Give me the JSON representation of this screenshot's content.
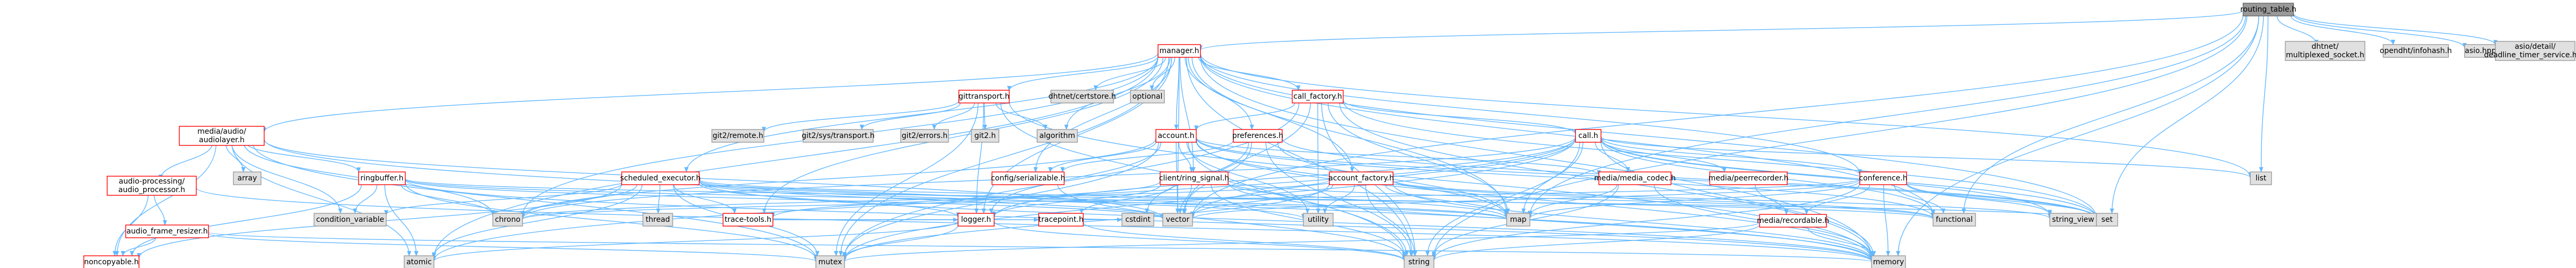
{
  "colors": {
    "root_fill": "#999999",
    "root_stroke": "#666666",
    "doc_fill": "#ffffff",
    "doc_stroke": "#ff0000",
    "ext_fill": "#e0e0e0",
    "ext_stroke": "#999999",
    "edge": "#63b8ff",
    "text": "#000000"
  },
  "nodes": [
    {
      "id": "routing_table",
      "label": "routing_table.h",
      "kind": "root"
    },
    {
      "id": "dhtnet_multiplexed_socket",
      "label": "dhtnet/multiplexed_socket.h",
      "kind": "ext"
    },
    {
      "id": "opendht_infohash",
      "label": "opendht/infohash.h",
      "kind": "ext"
    },
    {
      "id": "asio_hpp",
      "label": "asio.hpp",
      "kind": "ext"
    },
    {
      "id": "asio_deadline_timer",
      "label": "asio/detail/deadline_timer_service.hpp",
      "kind": "ext"
    },
    {
      "id": "manager",
      "label": "manager.h",
      "kind": "doc"
    },
    {
      "id": "gittransport",
      "label": "gittransport.h",
      "kind": "doc"
    },
    {
      "id": "dhtnet_certstore",
      "label": "dhtnet/certstore.h",
      "kind": "ext"
    },
    {
      "id": "optional",
      "label": "optional",
      "kind": "ext"
    },
    {
      "id": "call_factory",
      "label": "call_factory.h",
      "kind": "doc"
    },
    {
      "id": "account",
      "label": "account.h",
      "kind": "doc"
    },
    {
      "id": "preferences",
      "label": "preferences.h",
      "kind": "doc"
    },
    {
      "id": "call",
      "label": "call.h",
      "kind": "doc"
    },
    {
      "id": "audiolayer",
      "label": "media/audio/audiolayer.h",
      "kind": "doc"
    },
    {
      "id": "git2_remote",
      "label": "git2/remote.h",
      "kind": "ext"
    },
    {
      "id": "git2_sys_transport",
      "label": "git2/sys/transport.h",
      "kind": "ext"
    },
    {
      "id": "git2_errors",
      "label": "git2/errors.h",
      "kind": "ext"
    },
    {
      "id": "git2",
      "label": "git2.h",
      "kind": "ext"
    },
    {
      "id": "algorithm",
      "label": "algorithm",
      "kind": "ext"
    },
    {
      "id": "config_serializable",
      "label": "config/serializable.h",
      "kind": "doc"
    },
    {
      "id": "client_ring_signal",
      "label": "client/ring_signal.h",
      "kind": "doc"
    },
    {
      "id": "account_factory",
      "label": "account_factory.h",
      "kind": "doc"
    },
    {
      "id": "media_media_codec",
      "label": "media/media_codec.h",
      "kind": "doc"
    },
    {
      "id": "media_peerrecorder",
      "label": "media/peerrecorder.h",
      "kind": "doc"
    },
    {
      "id": "conference",
      "label": "conference.h",
      "kind": "doc"
    },
    {
      "id": "list",
      "label": "list",
      "kind": "ext"
    },
    {
      "id": "audio_processor",
      "label": "audio-processing/audio_processor.h",
      "kind": "doc"
    },
    {
      "id": "array",
      "label": "array",
      "kind": "ext"
    },
    {
      "id": "ringbuffer",
      "label": "ringbuffer.h",
      "kind": "doc"
    },
    {
      "id": "scheduled_executor",
      "label": "scheduled_executor.h",
      "kind": "doc"
    },
    {
      "id": "media_recordable",
      "label": "media/recordable.h",
      "kind": "doc"
    },
    {
      "id": "audio_frame_resizer",
      "label": "audio_frame_resizer.h",
      "kind": "doc"
    },
    {
      "id": "condition_variable",
      "label": "condition_variable",
      "kind": "ext"
    },
    {
      "id": "chrono",
      "label": "chrono",
      "kind": "ext"
    },
    {
      "id": "thread",
      "label": "thread",
      "kind": "ext"
    },
    {
      "id": "trace_tools",
      "label": "trace-tools.h",
      "kind": "doc"
    },
    {
      "id": "logger",
      "label": "logger.h",
      "kind": "doc"
    },
    {
      "id": "tracepoint",
      "label": "tracepoint.h",
      "kind": "doc"
    },
    {
      "id": "cstdint",
      "label": "cstdint",
      "kind": "ext"
    },
    {
      "id": "vector",
      "label": "vector",
      "kind": "ext"
    },
    {
      "id": "utility",
      "label": "utility",
      "kind": "ext"
    },
    {
      "id": "map",
      "label": "map",
      "kind": "ext"
    },
    {
      "id": "functional",
      "label": "functional",
      "kind": "ext"
    },
    {
      "id": "string_view",
      "label": "string_view",
      "kind": "ext"
    },
    {
      "id": "set",
      "label": "set",
      "kind": "ext"
    },
    {
      "id": "noncopyable",
      "label": "noncopyable.h",
      "kind": "doc"
    },
    {
      "id": "atomic",
      "label": "atomic",
      "kind": "ext"
    },
    {
      "id": "mutex",
      "label": "mutex",
      "kind": "ext"
    },
    {
      "id": "string",
      "label": "string",
      "kind": "ext"
    },
    {
      "id": "memory",
      "label": "memory",
      "kind": "ext"
    }
  ],
  "edges": [
    [
      "routing_table",
      "dhtnet_multiplexed_socket"
    ],
    [
      "routing_table",
      "opendht_infohash"
    ],
    [
      "routing_table",
      "asio_hpp"
    ],
    [
      "routing_table",
      "asio_deadline_timer"
    ],
    [
      "routing_table",
      "manager"
    ],
    [
      "routing_table",
      "list"
    ],
    [
      "routing_table",
      "set"
    ],
    [
      "routing_table",
      "string"
    ],
    [
      "routing_table",
      "memory"
    ],
    [
      "routing_table",
      "vector"
    ],
    [
      "routing_table",
      "map"
    ],
    [
      "routing_table",
      "functional"
    ],
    [
      "manager",
      "gittransport"
    ],
    [
      "manager",
      "dhtnet_certstore"
    ],
    [
      "manager",
      "optional"
    ],
    [
      "manager",
      "call_factory"
    ],
    [
      "manager",
      "preferences"
    ],
    [
      "manager",
      "account"
    ],
    [
      "manager",
      "audiolayer"
    ],
    [
      "manager",
      "scheduled_executor"
    ],
    [
      "manager",
      "config_serializable"
    ],
    [
      "manager",
      "client_ring_signal"
    ],
    [
      "manager",
      "account_factory"
    ],
    [
      "manager",
      "conference"
    ],
    [
      "manager",
      "algorithm"
    ],
    [
      "manager",
      "map"
    ],
    [
      "manager",
      "set"
    ],
    [
      "manager",
      "list"
    ],
    [
      "manager",
      "memory"
    ],
    [
      "manager",
      "string"
    ],
    [
      "manager",
      "vector"
    ],
    [
      "manager",
      "atomic"
    ],
    [
      "manager",
      "mutex"
    ],
    [
      "manager",
      "functional"
    ],
    [
      "manager",
      "logger"
    ],
    [
      "manager",
      "trace_tools"
    ],
    [
      "manager",
      "chrono"
    ],
    [
      "gittransport",
      "git2_remote"
    ],
    [
      "gittransport",
      "git2_sys_transport"
    ],
    [
      "gittransport",
      "git2_errors"
    ],
    [
      "gittransport",
      "git2"
    ],
    [
      "gittransport",
      "algorithm"
    ],
    [
      "gittransport",
      "logger"
    ],
    [
      "gittransport",
      "mutex"
    ],
    [
      "gittransport",
      "string"
    ],
    [
      "gittransport",
      "memory"
    ],
    [
      "call_factory",
      "call"
    ],
    [
      "call_factory",
      "account"
    ],
    [
      "call_factory",
      "map"
    ],
    [
      "call_factory",
      "set"
    ],
    [
      "call_factory",
      "string"
    ],
    [
      "call_factory",
      "memory"
    ],
    [
      "call_factory",
      "mutex"
    ],
    [
      "call_factory",
      "utility"
    ],
    [
      "call_factory",
      "vector"
    ],
    [
      "account",
      "config_serializable"
    ],
    [
      "account",
      "client_ring_signal"
    ],
    [
      "account",
      "logger"
    ],
    [
      "account",
      "utility"
    ],
    [
      "account",
      "map"
    ],
    [
      "account",
      "set"
    ],
    [
      "account",
      "memory"
    ],
    [
      "account",
      "string"
    ],
    [
      "account",
      "vector"
    ],
    [
      "account",
      "mutex"
    ],
    [
      "account",
      "functional"
    ],
    [
      "account",
      "chrono"
    ],
    [
      "account",
      "media_media_codec"
    ],
    [
      "preferences",
      "config_serializable"
    ],
    [
      "preferences",
      "string"
    ],
    [
      "preferences",
      "map"
    ],
    [
      "preferences",
      "set"
    ],
    [
      "preferences",
      "vector"
    ],
    [
      "preferences",
      "cstdint"
    ],
    [
      "call",
      "media_media_codec"
    ],
    [
      "call",
      "media_peerrecorder"
    ],
    [
      "call",
      "conference"
    ],
    [
      "call",
      "logger"
    ],
    [
      "call",
      "list"
    ],
    [
      "call",
      "map"
    ],
    [
      "call",
      "set"
    ],
    [
      "call",
      "atomic"
    ],
    [
      "call",
      "mutex"
    ],
    [
      "call",
      "memory"
    ],
    [
      "call",
      "string"
    ],
    [
      "call",
      "vector"
    ],
    [
      "call",
      "functional"
    ],
    [
      "call",
      "chrono"
    ],
    [
      "call",
      "string_view"
    ],
    [
      "media_media_codec",
      "map"
    ],
    [
      "media_media_codec",
      "string"
    ],
    [
      "media_media_codec",
      "memory"
    ],
    [
      "media_peerrecorder",
      "media_recordable"
    ],
    [
      "conference",
      "media_recordable"
    ],
    [
      "conference",
      "set"
    ],
    [
      "conference",
      "string_view"
    ],
    [
      "conference",
      "functional"
    ],
    [
      "conference",
      "map"
    ],
    [
      "conference",
      "memory"
    ],
    [
      "conference",
      "string"
    ],
    [
      "conference",
      "vector"
    ],
    [
      "conference",
      "chrono"
    ],
    [
      "media_recordable",
      "mutex"
    ],
    [
      "media_recordable",
      "string"
    ],
    [
      "media_recordable",
      "memory"
    ],
    [
      "audiolayer",
      "audio_processor"
    ],
    [
      "audiolayer",
      "array"
    ],
    [
      "audiolayer",
      "ringbuffer"
    ],
    [
      "audiolayer",
      "noncopyable"
    ],
    [
      "audiolayer",
      "condition_variable"
    ],
    [
      "audiolayer",
      "chrono"
    ],
    [
      "audiolayer",
      "atomic"
    ],
    [
      "audiolayer",
      "mutex"
    ],
    [
      "audiolayer",
      "vector"
    ],
    [
      "audiolayer",
      "memory"
    ],
    [
      "audio_processor",
      "audio_frame_resizer"
    ],
    [
      "audio_processor",
      "noncopyable"
    ],
    [
      "audio_processor",
      "memory"
    ],
    [
      "audio_frame_resizer",
      "noncopyable"
    ],
    [
      "audio_frame_resizer",
      "mutex"
    ],
    [
      "audio_frame_resizer",
      "memory"
    ],
    [
      "ringbuffer",
      "noncopyable"
    ],
    [
      "ringbuffer",
      "condition_variable"
    ],
    [
      "ringbuffer",
      "chrono"
    ],
    [
      "ringbuffer",
      "atomic"
    ],
    [
      "ringbuffer",
      "mutex"
    ],
    [
      "ringbuffer",
      "vector"
    ],
    [
      "ringbuffer",
      "map"
    ],
    [
      "ringbuffer",
      "set"
    ],
    [
      "ringbuffer",
      "memory"
    ],
    [
      "scheduled_executor",
      "thread"
    ],
    [
      "scheduled_executor",
      "trace_tools"
    ],
    [
      "scheduled_executor",
      "condition_variable"
    ],
    [
      "scheduled_executor",
      "chrono"
    ],
    [
      "scheduled_executor",
      "atomic"
    ],
    [
      "scheduled_executor",
      "mutex"
    ],
    [
      "scheduled_executor",
      "map"
    ],
    [
      "scheduled_executor",
      "vector"
    ],
    [
      "scheduled_executor",
      "functional"
    ],
    [
      "scheduled_executor",
      "memory"
    ],
    [
      "scheduled_executor",
      "utility"
    ],
    [
      "scheduled_executor",
      "noncopyable"
    ],
    [
      "scheduled_executor",
      "logger"
    ],
    [
      "trace_tools",
      "tracepoint"
    ],
    [
      "trace_tools",
      "logger"
    ],
    [
      "tracepoint",
      "cstdint"
    ],
    [
      "tracepoint",
      "string"
    ],
    [
      "logger",
      "mutex"
    ],
    [
      "logger",
      "string"
    ],
    [
      "logger",
      "atomic"
    ],
    [
      "client_ring_signal",
      "logger"
    ],
    [
      "client_ring_signal",
      "tracepoint"
    ],
    [
      "client_ring_signal",
      "trace_tools"
    ],
    [
      "client_ring_signal",
      "map"
    ],
    [
      "client_ring_signal",
      "memory"
    ],
    [
      "client_ring_signal",
      "string"
    ],
    [
      "client_ring_signal",
      "vector"
    ],
    [
      "client_ring_signal",
      "functional"
    ],
    [
      "account_factory",
      "functional"
    ],
    [
      "account_factory",
      "map"
    ],
    [
      "account_factory",
      "memory"
    ],
    [
      "account_factory",
      "mutex"
    ],
    [
      "account_factory",
      "string"
    ],
    [
      "account_factory",
      "utility"
    ],
    [
      "account_factory",
      "vector"
    ],
    [
      "account_factory",
      "string_view"
    ],
    [
      "account_factory",
      "chrono"
    ],
    [
      "config_serializable",
      "string"
    ]
  ]
}
